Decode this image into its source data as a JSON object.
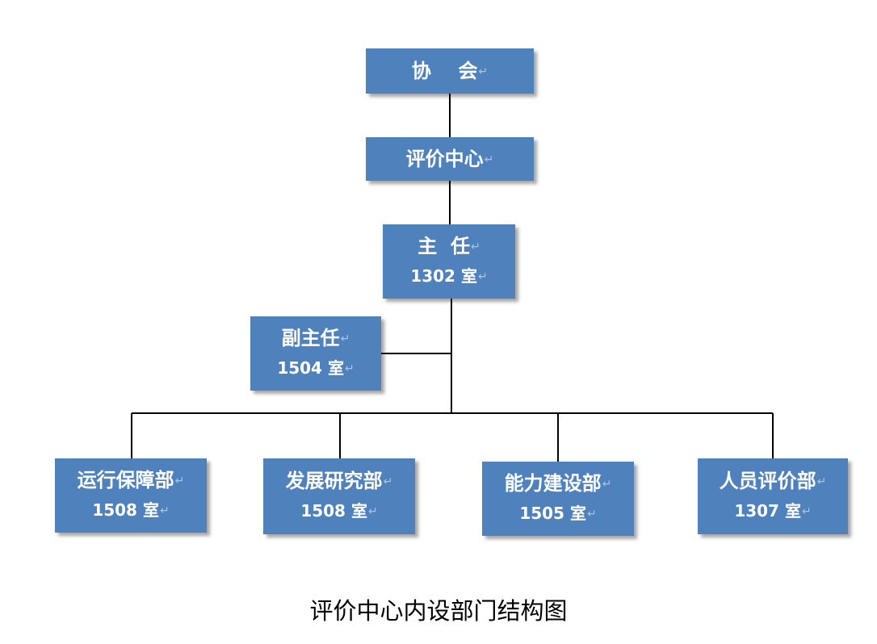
{
  "nodes": {
    "association": {
      "name": "协    会",
      "mark": "↵"
    },
    "evaluation_center": {
      "name": "评价中心",
      "mark": "↵"
    },
    "director": {
      "name": "主  任",
      "room": "1302 室",
      "mark": "↵"
    },
    "deputy_director": {
      "name": "副主任",
      "room": "1504 室",
      "mark": "↵"
    },
    "operations_support": {
      "name": "运行保障部",
      "room": "1508 室",
      "mark": "↵"
    },
    "development_research": {
      "name": "发展研究部",
      "room": "1508 室",
      "mark": "↵"
    },
    "capacity_building": {
      "name": "能力建设部",
      "room": "1505 室",
      "mark": "↵"
    },
    "personnel_evaluation": {
      "name": "人员评价部",
      "room": "1307 室",
      "mark": "↵"
    }
  },
  "caption": "评价中心内设部门结构图",
  "colors": {
    "box_fill": "#4f81bd",
    "box_text": "#ffffff",
    "connector": "#000000",
    "caption_text": "#000000"
  }
}
